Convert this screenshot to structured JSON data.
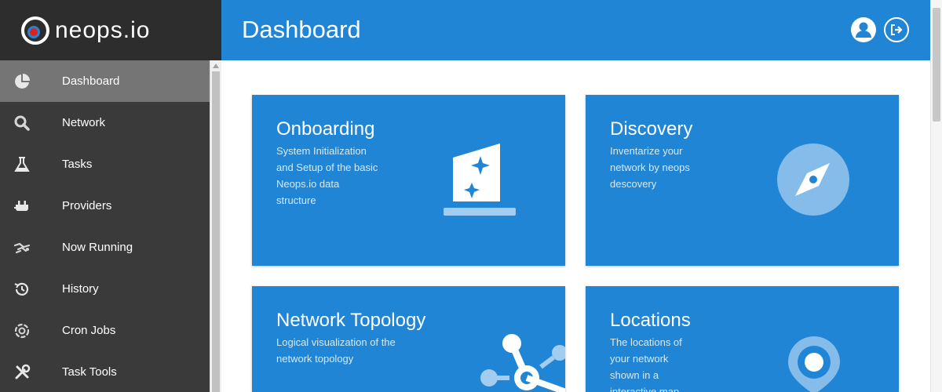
{
  "brand": {
    "name": "neops.io"
  },
  "header": {
    "title": "Dashboard"
  },
  "sidebar": {
    "items": [
      {
        "label": "Dashboard",
        "icon": "pie-chart-icon",
        "active": true
      },
      {
        "label": "Network",
        "icon": "search-icon"
      },
      {
        "label": "Tasks",
        "icon": "flask-icon"
      },
      {
        "label": "Providers",
        "icon": "plug-icon"
      },
      {
        "label": "Now Running",
        "icon": "running-icon"
      },
      {
        "label": "History",
        "icon": "history-icon"
      },
      {
        "label": "Cron Jobs",
        "icon": "cron-icon"
      },
      {
        "label": "Task Tools",
        "icon": "tools-icon"
      }
    ]
  },
  "cards": [
    {
      "title": "Onboarding",
      "description": "System Initialization and Setup of the basic Neops.io data structure",
      "icon": "wizard-hat-icon"
    },
    {
      "title": "Discovery",
      "description": "Inventarize your network by neops descovery",
      "icon": "compass-icon"
    },
    {
      "title": "Network Topology",
      "description": "Logical visualization of the network topology",
      "icon": "topology-icon"
    },
    {
      "title": "Locations",
      "description": "The locations of your network shown in a interactive map",
      "icon": "map-pin-icon"
    }
  ],
  "colors": {
    "primary": "#2185d5",
    "sidebar": "#3a3a3a",
    "brand_bg": "#2d2d2d",
    "active_item": "#757575",
    "logo_red": "#e02020"
  }
}
